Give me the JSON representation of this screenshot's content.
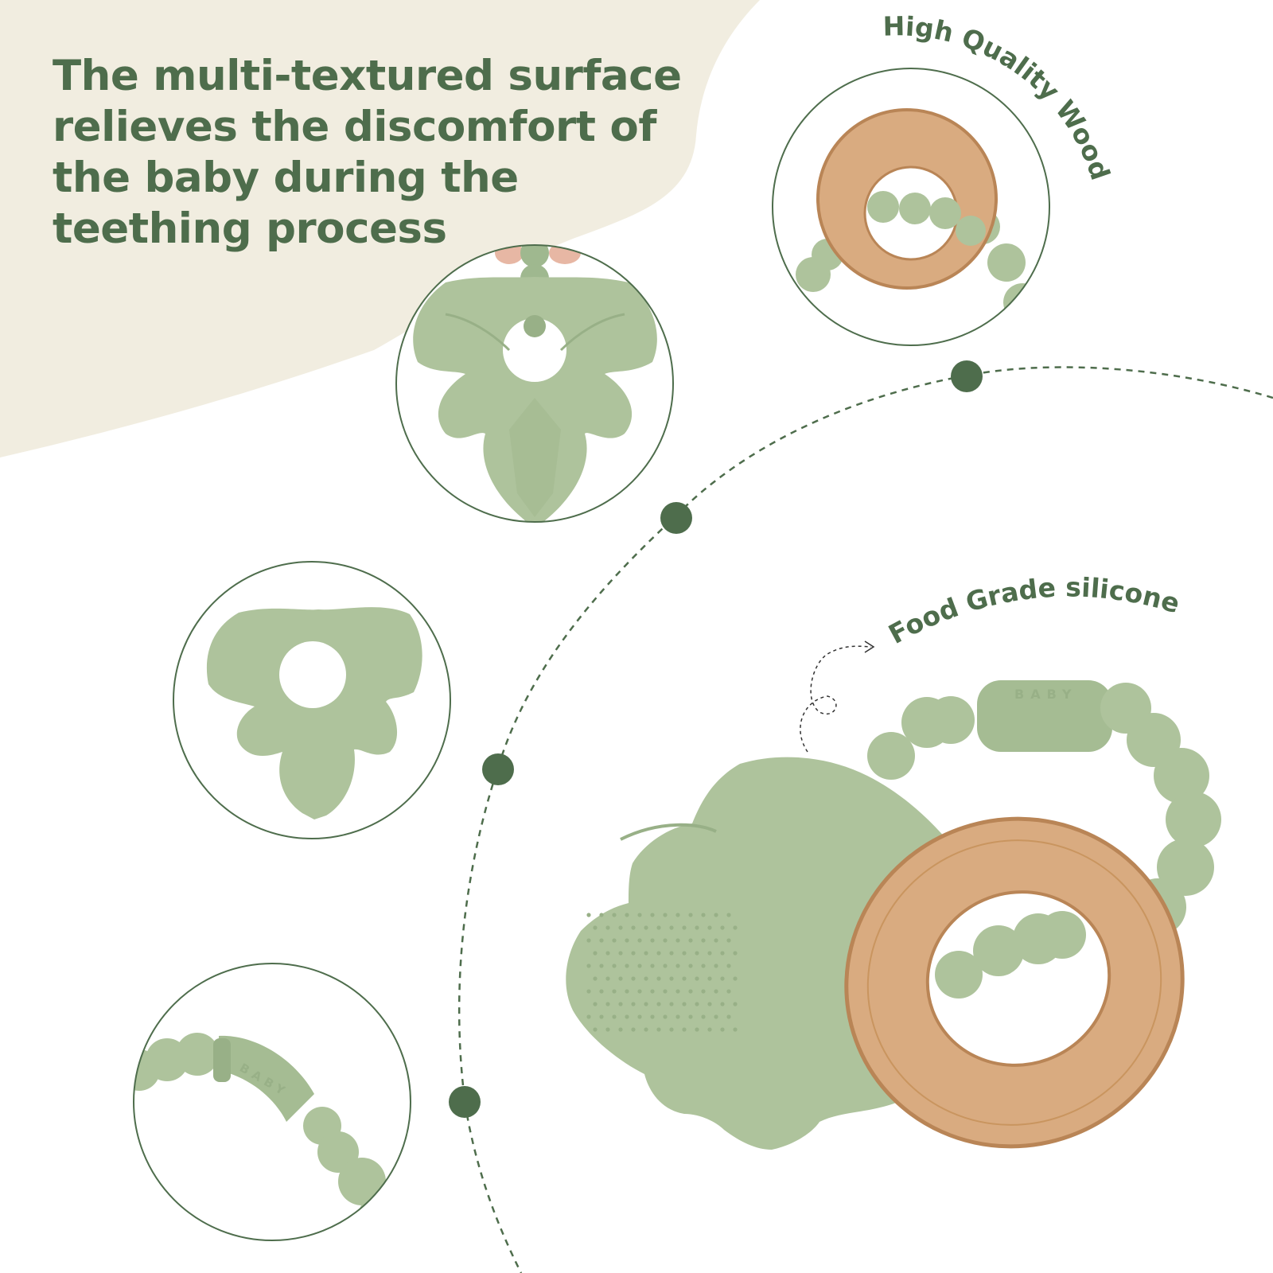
{
  "headline": {
    "lines": [
      "The multi-textured surface",
      "relieves the discomfort of",
      "the baby during the",
      "teething process"
    ]
  },
  "labels": {
    "high_quality_wood": "High Quality Wood",
    "food_grade_silicone": "Food Grade silicone"
  },
  "imprint": {
    "text": "BABY"
  },
  "colors": {
    "accent": "#4e6d4c",
    "cream": "#f1ede0",
    "silicone": "#aec39c",
    "silicone_dark": "#98b087",
    "wood": "#d9ab80",
    "wood_dark": "#b98556"
  }
}
